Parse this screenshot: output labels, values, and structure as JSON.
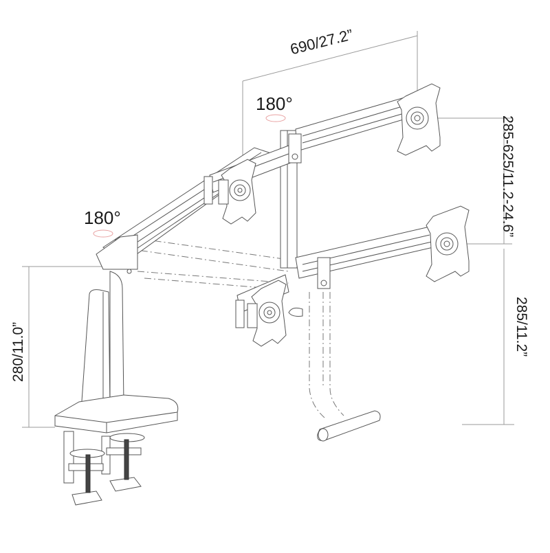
{
  "diagram": {
    "subject": "Dual monitor desk mount arm with clamp base",
    "dimensions": {
      "arm_reach": "690/27.2”",
      "monitor_height_range": "285-625/11.2-24.6”",
      "lower_monitor_height": "285/11.2”",
      "pole_height": "280/11.0”"
    },
    "rotation_labels": {
      "upper_arm_rotation": "180°",
      "base_rotation": "180°"
    },
    "colors": {
      "line": "#555555",
      "dim_line": "#9a9a9a",
      "rotation_ellipse": "#e8a0a0",
      "screw": "#333333"
    }
  }
}
